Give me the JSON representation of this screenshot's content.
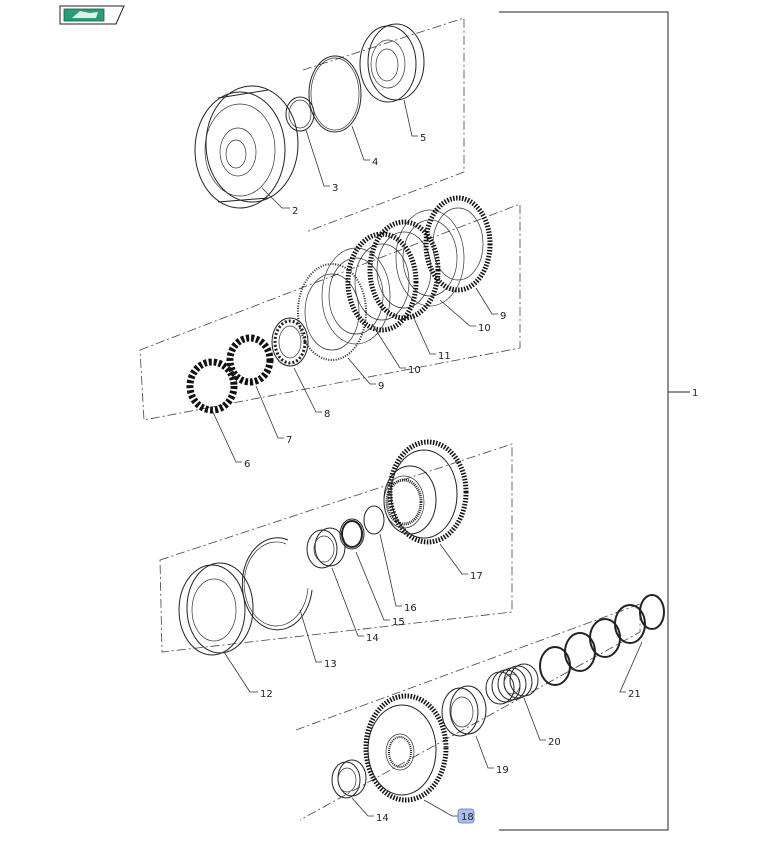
{
  "callouts": {
    "c1": "1",
    "c2": "2",
    "c3": "3",
    "c4": "4",
    "c5": "5",
    "c6": "6",
    "c7": "7",
    "c8": "8",
    "c9a": "9",
    "c9b": "9",
    "c10a": "10",
    "c10b": "10",
    "c11": "11",
    "c12": "12",
    "c13": "13",
    "c14a": "14",
    "c14b": "14",
    "c15": "15",
    "c16": "16",
    "c17": "17",
    "c18": "18",
    "c19": "19",
    "c20": "20",
    "c21": "21"
  },
  "icons": {
    "nav_icon": "book-hand-icon",
    "accent_green": "#2d9a7a",
    "badge_blue": "#a9c0ee"
  }
}
